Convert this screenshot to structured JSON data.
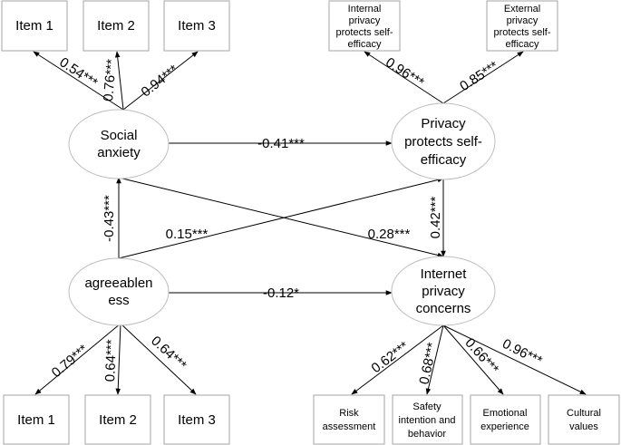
{
  "nodes": {
    "item1_top": "Item 1",
    "item2_top": "Item 2",
    "item3_top": "Item 3",
    "internal_privacy": [
      "Internal",
      "privacy",
      "protects self-",
      "efficacy"
    ],
    "external_privacy": [
      "External",
      "privacy",
      "protects self-",
      "efficacy"
    ],
    "social_anxiety": [
      "Social",
      "anxiety"
    ],
    "privacy_self_efficacy": [
      "Privacy",
      "protects self-",
      "efficacy"
    ],
    "agreeableness": [
      "agreeablen",
      "ess"
    ],
    "internet_privacy_concerns": [
      "Internet",
      "privacy",
      "concerns"
    ],
    "item1_bottom": "Item 1",
    "item2_bottom": "Item 2",
    "item3_bottom": "Item 3",
    "risk_assessment": [
      "Risk",
      "assessment"
    ],
    "safety_intention": [
      "Safety",
      "intention and",
      "behavior"
    ],
    "emotional_experience": [
      "Emotional",
      "experience"
    ],
    "cultural_values": [
      "Cultural",
      "values"
    ]
  },
  "paths": {
    "sa_item1": "0.54***",
    "sa_item2": "0.76***",
    "sa_item3": "0.94***",
    "pse_internal": "0.96***",
    "pse_external": "0.85***",
    "sa_pse": "-0.41***",
    "ag_sa": "-0.43***",
    "ag_pse": "0.15***",
    "sa_ipc": "0.28***",
    "pse_ipc": "0.42***",
    "ag_ipc": "-0.12*",
    "ag_item1": "0.79***",
    "ag_item2": "0.64***",
    "ag_item3": "0.64***",
    "ipc_risk": "0.62***",
    "ipc_safety": "0.68***",
    "ipc_emotional": "0.66***",
    "ipc_cultural": "0.96***"
  }
}
